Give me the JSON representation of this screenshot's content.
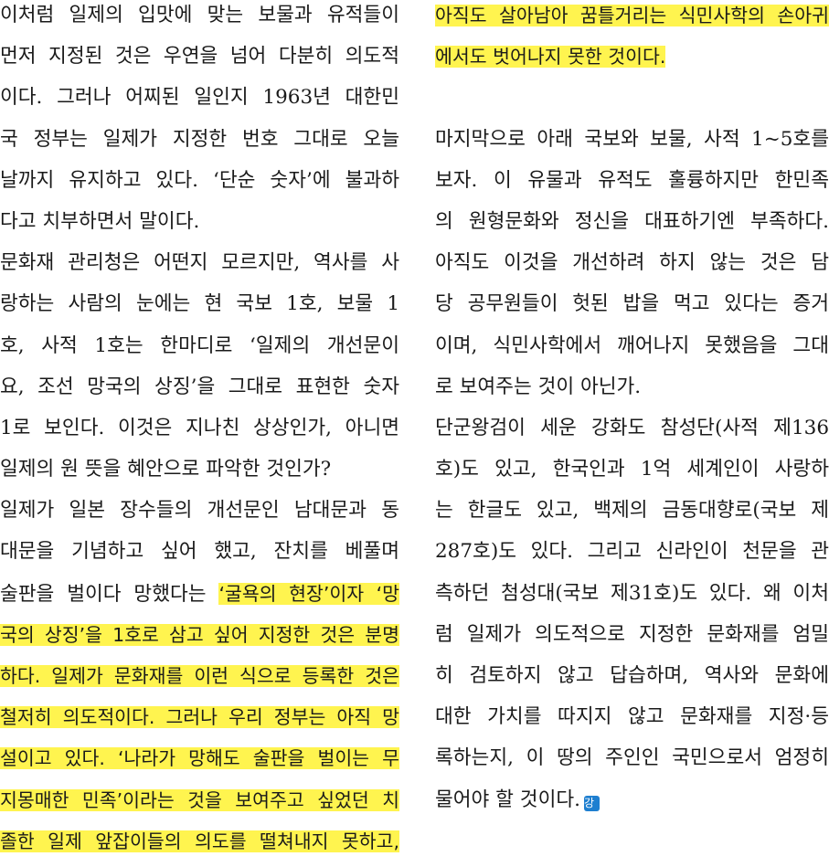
{
  "left_column": [
    {
      "segments": [
        {
          "text": "이처럼 일제의 입맛에 맞는 보물과 유적들이",
          "hl": false
        }
      ]
    },
    {
      "segments": [
        {
          "text": "먼저 지정된 것은 우연을 넘어 다분히 의도적",
          "hl": false
        }
      ]
    },
    {
      "segments": [
        {
          "text": "이다. 그러나 어찌된 일인지 1963년 대한민",
          "hl": false
        }
      ]
    },
    {
      "segments": [
        {
          "text": "국 정부는 일제가 지정한 번호 그대로 오늘",
          "hl": false
        }
      ]
    },
    {
      "segments": [
        {
          "text": "날까지 유지하고 있다. ‘단순 숫자’에 불과하",
          "hl": false
        }
      ]
    },
    {
      "segments": [
        {
          "text": "다고 치부하면서 말이다.",
          "hl": false
        }
      ],
      "last": true
    },
    {
      "segments": [
        {
          "text": "문화재 관리청은 어떤지 모르지만, 역사를 사",
          "hl": false
        }
      ]
    },
    {
      "segments": [
        {
          "text": "랑하는 사람의 눈에는 현 국보 1호, 보물 1",
          "hl": false
        }
      ]
    },
    {
      "segments": [
        {
          "text": "호, 사적 1호는 한마디로 ‘일제의 개선문이",
          "hl": false
        }
      ]
    },
    {
      "segments": [
        {
          "text": "요, 조선 망국의 상징’을 그대로 표현한 숫자",
          "hl": false
        }
      ]
    },
    {
      "segments": [
        {
          "text": "1로 보인다. 이것은 지나친 상상인가, 아니면",
          "hl": false
        }
      ]
    },
    {
      "segments": [
        {
          "text": "일제의 원 뜻을 혜안으로 파악한 것인가?",
          "hl": false
        }
      ],
      "last": true
    },
    {
      "segments": [
        {
          "text": "일제가 일본 장수들의 개선문인 남대문과 동",
          "hl": false
        }
      ]
    },
    {
      "segments": [
        {
          "text": "대문을 기념하고 싶어 했고, 잔치를 베풀며",
          "hl": false
        }
      ]
    },
    {
      "segments": [
        {
          "text": "술판을 벌이다 망했다는 ",
          "hl": false
        },
        {
          "text": "‘굴욕의 현장’이자 ‘망",
          "hl": true
        }
      ]
    },
    {
      "segments": [
        {
          "text": "국의 상징’을 1호로 삼고 싶어 지정한 것은 분명",
          "hl": true
        }
      ]
    },
    {
      "segments": [
        {
          "text": "하다. 일제가 문화재를 이런 식으로 등록한 것은",
          "hl": true
        }
      ]
    },
    {
      "segments": [
        {
          "text": "철저히 의도적이다. 그러나 우리 정부는 아직 망",
          "hl": true
        }
      ]
    },
    {
      "segments": [
        {
          "text": "설이고 있다. ‘나라가 망해도 술판을 벌이는 무",
          "hl": true
        }
      ]
    },
    {
      "segments": [
        {
          "text": "지몽매한 민족’이라는 것을 보여주고 싶었던 치",
          "hl": true
        }
      ]
    },
    {
      "segments": [
        {
          "text": "졸한 일제 앞잡이들의 의도를 떨쳐내지 못하고,",
          "hl": true
        }
      ]
    }
  ],
  "right_column": [
    {
      "segments": [
        {
          "text": "아직도 살아남아 꿈틀거리는 식민사학의 손아귀",
          "hl": true
        }
      ]
    },
    {
      "segments": [
        {
          "text": "에서도 벗어나지 못한 것이다.",
          "hl": true
        }
      ],
      "last": true
    },
    {
      "segments": [],
      "blank": true
    },
    {
      "segments": [
        {
          "text": "마지막으로 아래 국보와 보물, 사적 1~5호를",
          "hl": false
        }
      ]
    },
    {
      "segments": [
        {
          "text": "보자. 이 유물과 유적도 훌륭하지만 한민족",
          "hl": false
        }
      ]
    },
    {
      "segments": [
        {
          "text": "의 원형문화와 정신을 대표하기엔 부족하다.",
          "hl": false
        }
      ]
    },
    {
      "segments": [
        {
          "text": "아직도 이것을 개선하려 하지 않는 것은 담",
          "hl": false
        }
      ]
    },
    {
      "segments": [
        {
          "text": "당 공무원들이 헛된 밥을 먹고 있다는 증거",
          "hl": false
        }
      ]
    },
    {
      "segments": [
        {
          "text": "이며, 식민사학에서 깨어나지 못했음을 그대",
          "hl": false
        }
      ]
    },
    {
      "segments": [
        {
          "text": "로 보여주는 것이 아닌가.",
          "hl": false
        }
      ],
      "last": true
    },
    {
      "segments": [
        {
          "text": "단군왕검이 세운 강화도 참성단(사적 제136",
          "hl": false
        }
      ]
    },
    {
      "segments": [
        {
          "text": "호)도 있고, 한국인과 1억 세계인이 사랑하",
          "hl": false
        }
      ]
    },
    {
      "segments": [
        {
          "text": "는 한글도 있고, 백제의 금동대향로(국보 제",
          "hl": false
        }
      ]
    },
    {
      "segments": [
        {
          "text": "287호)도 있다. 그리고 신라인이 천문을 관",
          "hl": false
        }
      ]
    },
    {
      "segments": [
        {
          "text": "측하던 첨성대(국보 제31호)도 있다. 왜 이처",
          "hl": false
        }
      ]
    },
    {
      "segments": [
        {
          "text": "럼 일제가 의도적으로 지정한 문화재를 엄밀",
          "hl": false
        }
      ]
    },
    {
      "segments": [
        {
          "text": "히 검토하지 않고 답습하며, 역사와 문화에",
          "hl": false
        }
      ]
    },
    {
      "segments": [
        {
          "text": "대한 가치를 따지지 않고 문화재를 지정·등",
          "hl": false
        }
      ]
    },
    {
      "segments": [
        {
          "text": "록하는지, 이 땅의 주인인 국민으로서 엄정히",
          "hl": false
        }
      ]
    },
    {
      "segments": [
        {
          "text": "물어야 할 것이다.",
          "hl": false
        }
      ],
      "last": true,
      "end_mark": true
    }
  ],
  "end_mark": {
    "glyph": "강",
    "icon": "end-of-article-mark-icon",
    "color": "#1e7fd0"
  },
  "highlight_color": "#fff44f"
}
